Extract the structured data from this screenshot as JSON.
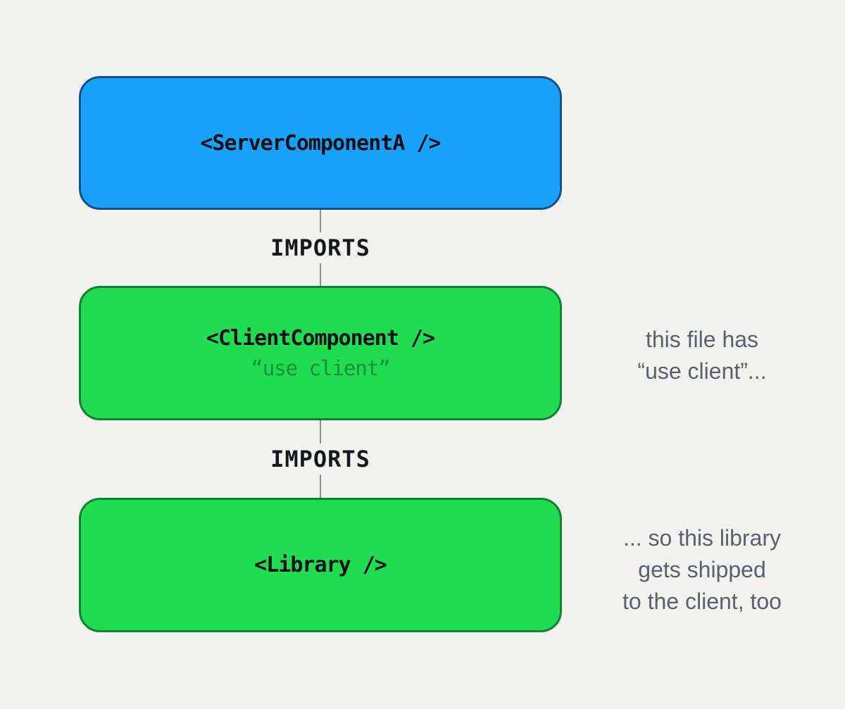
{
  "canvas": {
    "background": "#f2f3ef"
  },
  "nodes": [
    {
      "id": "server-component-a",
      "label": "<ServerComponentA />",
      "kind": "server-component",
      "fill": "#18a2fc",
      "border": "#1b4e8c",
      "text_color": "#0d1117"
    },
    {
      "id": "client-component",
      "label": "<ClientComponent />",
      "sublabel": "“use client”",
      "kind": "client-component",
      "fill": "#1fdc51",
      "border": "#108232",
      "text_color": "#0d1117",
      "sublabel_color": "#12923c"
    },
    {
      "id": "library",
      "label": "<Library />",
      "kind": "client-component",
      "fill": "#1fdc51",
      "border": "#108232",
      "text_color": "#0d1117"
    }
  ],
  "edges": [
    {
      "from": "server-component-a",
      "to": "client-component",
      "label": "IMPORTS"
    },
    {
      "from": "client-component",
      "to": "library",
      "label": "IMPORTS"
    }
  ],
  "annotations": [
    {
      "target": "client-component",
      "lines": [
        "this file has",
        "“use client”..."
      ],
      "color": "#59616e"
    },
    {
      "target": "library",
      "lines": [
        "... so this library",
        "gets shipped",
        "to the client, too"
      ],
      "color": "#59616e"
    }
  ]
}
